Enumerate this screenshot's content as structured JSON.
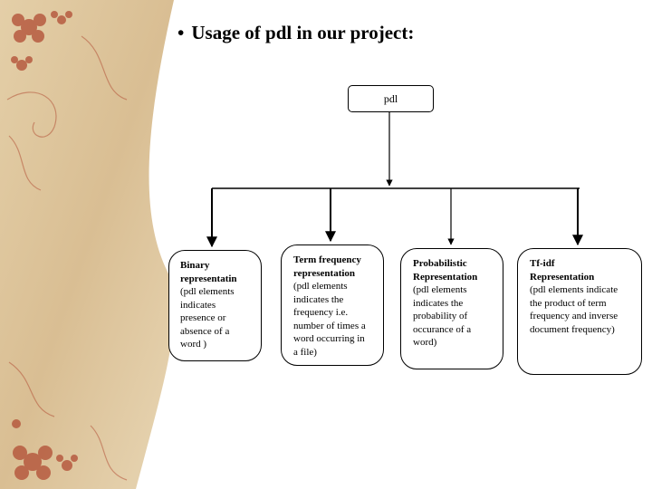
{
  "title": {
    "bullet": "•",
    "text": "Usage of pdl in our project:"
  },
  "root": {
    "label": "pdl"
  },
  "children": [
    {
      "heading": [
        "Binary",
        "representatin"
      ],
      "desc": [
        "(pdl elements",
        "indicates",
        "presence or",
        "absence of  a",
        "word )"
      ]
    },
    {
      "heading": [
        "Term frequency",
        "representation"
      ],
      "desc": [
        "(pdl elements",
        "indicates the",
        "frequency i.e.",
        "number of times a",
        "word occurring in",
        "a file)"
      ]
    },
    {
      "heading": [
        "Probabilistic",
        "Representation"
      ],
      "desc": [
        "(pdl elements",
        "indicates the",
        "probability of",
        "occurance of a",
        "word)"
      ]
    },
    {
      "heading": [
        "Tf-idf",
        "Representation"
      ],
      "desc": [
        "(pdl elements indicate",
        "the product of term",
        "frequency and inverse",
        "document frequency)"
      ]
    }
  ],
  "colors": {
    "parchment": "#dcc39b",
    "flower": "#b4543a",
    "ink": "#000000"
  }
}
